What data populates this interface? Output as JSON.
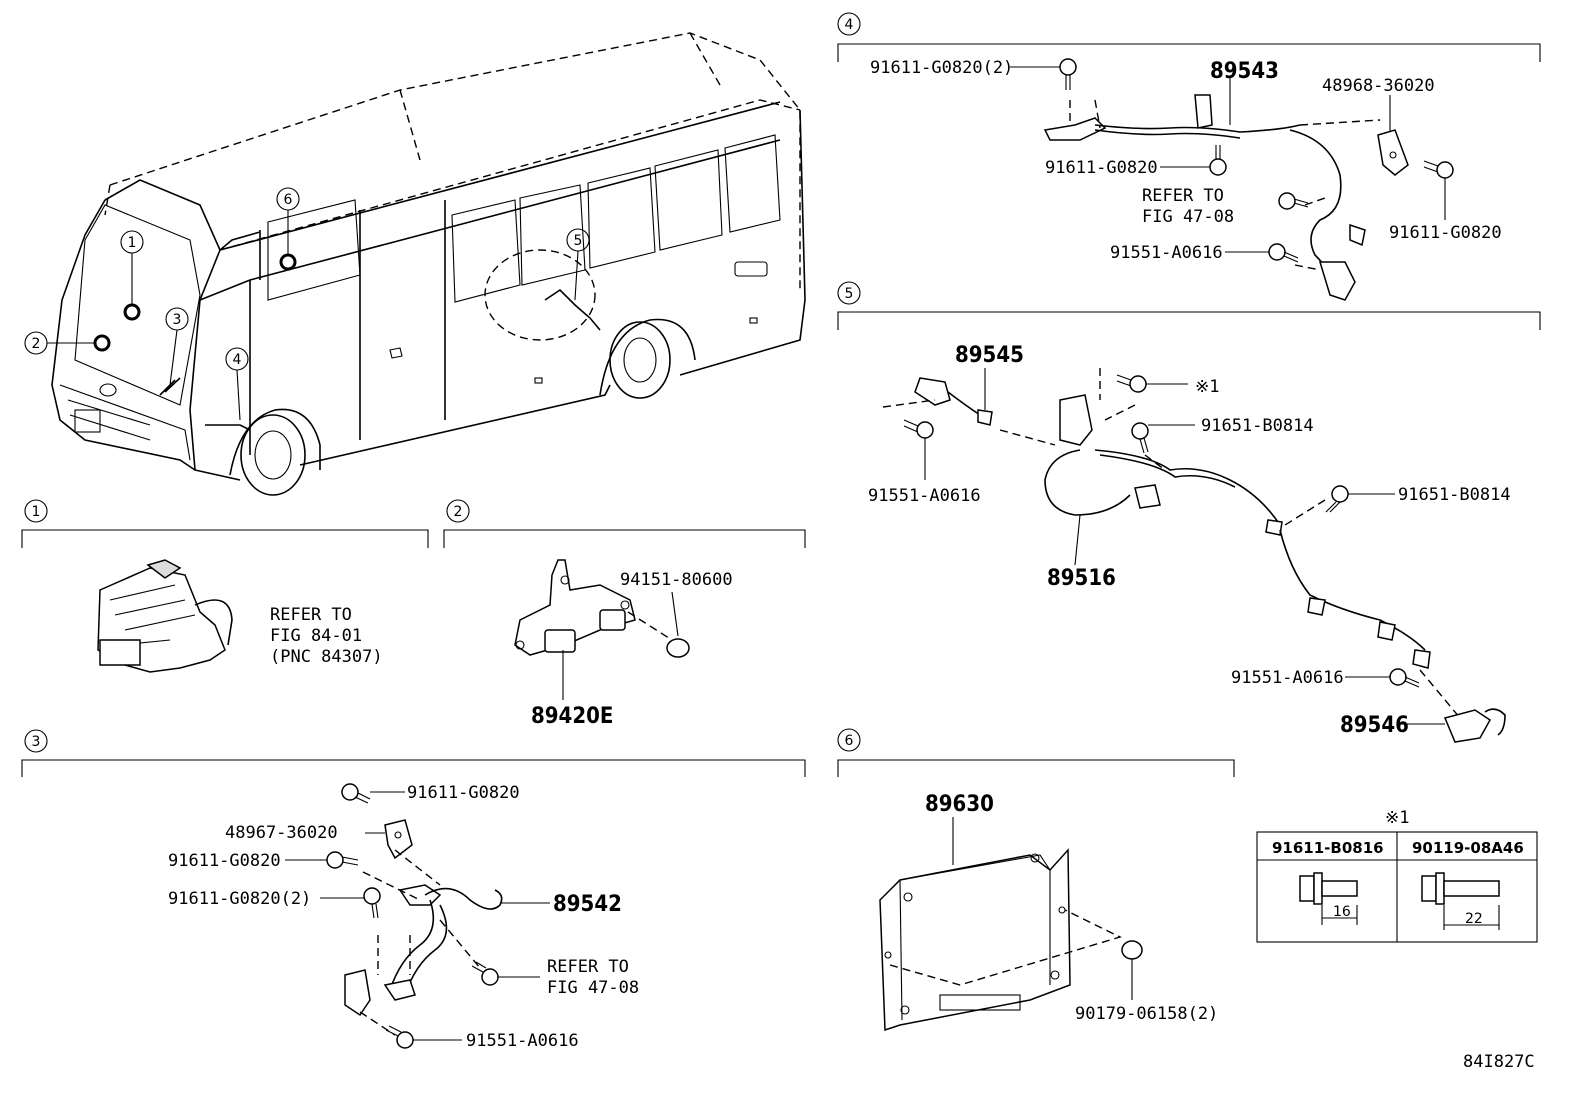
{
  "diagram_code": "84I827C",
  "vehicle_callouts": [
    "1",
    "2",
    "3",
    "4",
    "5",
    "6"
  ],
  "sections": {
    "s1": {
      "num": "1",
      "refer": [
        "REFER TO",
        "FIG 84-01",
        "(PNC 84307)"
      ]
    },
    "s2": {
      "num": "2",
      "parts": {
        "nut": "94151-80600",
        "sensor": "89420E"
      }
    },
    "s3": {
      "num": "3",
      "parts": {
        "bolt_top": "91611-G0820",
        "bracket": "48967-36020",
        "bolt_mid": "91611-G0820",
        "bolt_two": "91611-G0820(2)",
        "harness": "89542",
        "refer": [
          "REFER TO",
          "FIG 47-08"
        ],
        "bolt_bottom": "91551-A0616"
      }
    },
    "s4": {
      "num": "4",
      "parts": {
        "bolt_two": "91611-G0820(2)",
        "harness": "89543",
        "bracket": "48968-36020",
        "bolt_mid": "91611-G0820",
        "refer": [
          "REFER TO",
          "FIG 47-08"
        ],
        "bolt_right": "91611-G0820",
        "bolt_low": "91551-A0616"
      }
    },
    "s5": {
      "num": "5",
      "parts": {
        "sensor_front": "89545",
        "note_mark": "※1",
        "bolt_a": "91651-B0814",
        "bolt_left": "91551-A0616",
        "bolt_b": "91651-B0814",
        "harness": "89516",
        "bolt_low": "91551-A0616",
        "sensor_rear": "89546"
      }
    },
    "s6": {
      "num": "6",
      "parts": {
        "ecu": "89630",
        "nut": "90179-06158(2)"
      }
    }
  },
  "note_table": {
    "mark": "※1",
    "columns": [
      {
        "part": "91611-B0816",
        "length": "16"
      },
      {
        "part": "90119-08A46",
        "length": "22"
      }
    ]
  }
}
